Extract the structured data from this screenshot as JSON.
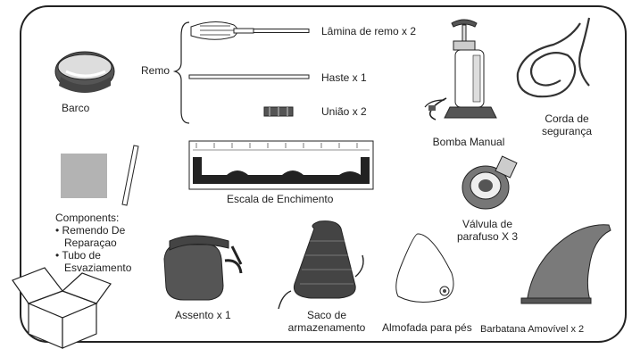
{
  "labels": {
    "boat": "Barco",
    "paddle_group": "Remo",
    "blade": "Lâmina de remo x 2",
    "shaft": "Haste x 1",
    "joint": "União x 2",
    "pump": "Bomba Manual",
    "rope_line1": "Corda de",
    "rope_line2": "segurança",
    "scale": "Escala de Enchimento",
    "valve_line1": "Válvula de",
    "valve_line2": "parafuso X 3",
    "components_title": "Components:",
    "component_1_line1": "• Remendo De",
    "component_1_line2": "Reparaçao",
    "component_2_line1": "• Tubo de",
    "component_2_line2": "Esvaziamento",
    "seat": "Assento x 1",
    "bag_line1": "Saco de",
    "bag_line2": "armazenamento",
    "footpad": "Almofada para pés",
    "fin": "Barbatana Amovível x 2"
  },
  "colors": {
    "outline": "#222222",
    "patch": "#b3b3b3",
    "dark_part": "#555555",
    "fin": "#7a7a7a"
  }
}
